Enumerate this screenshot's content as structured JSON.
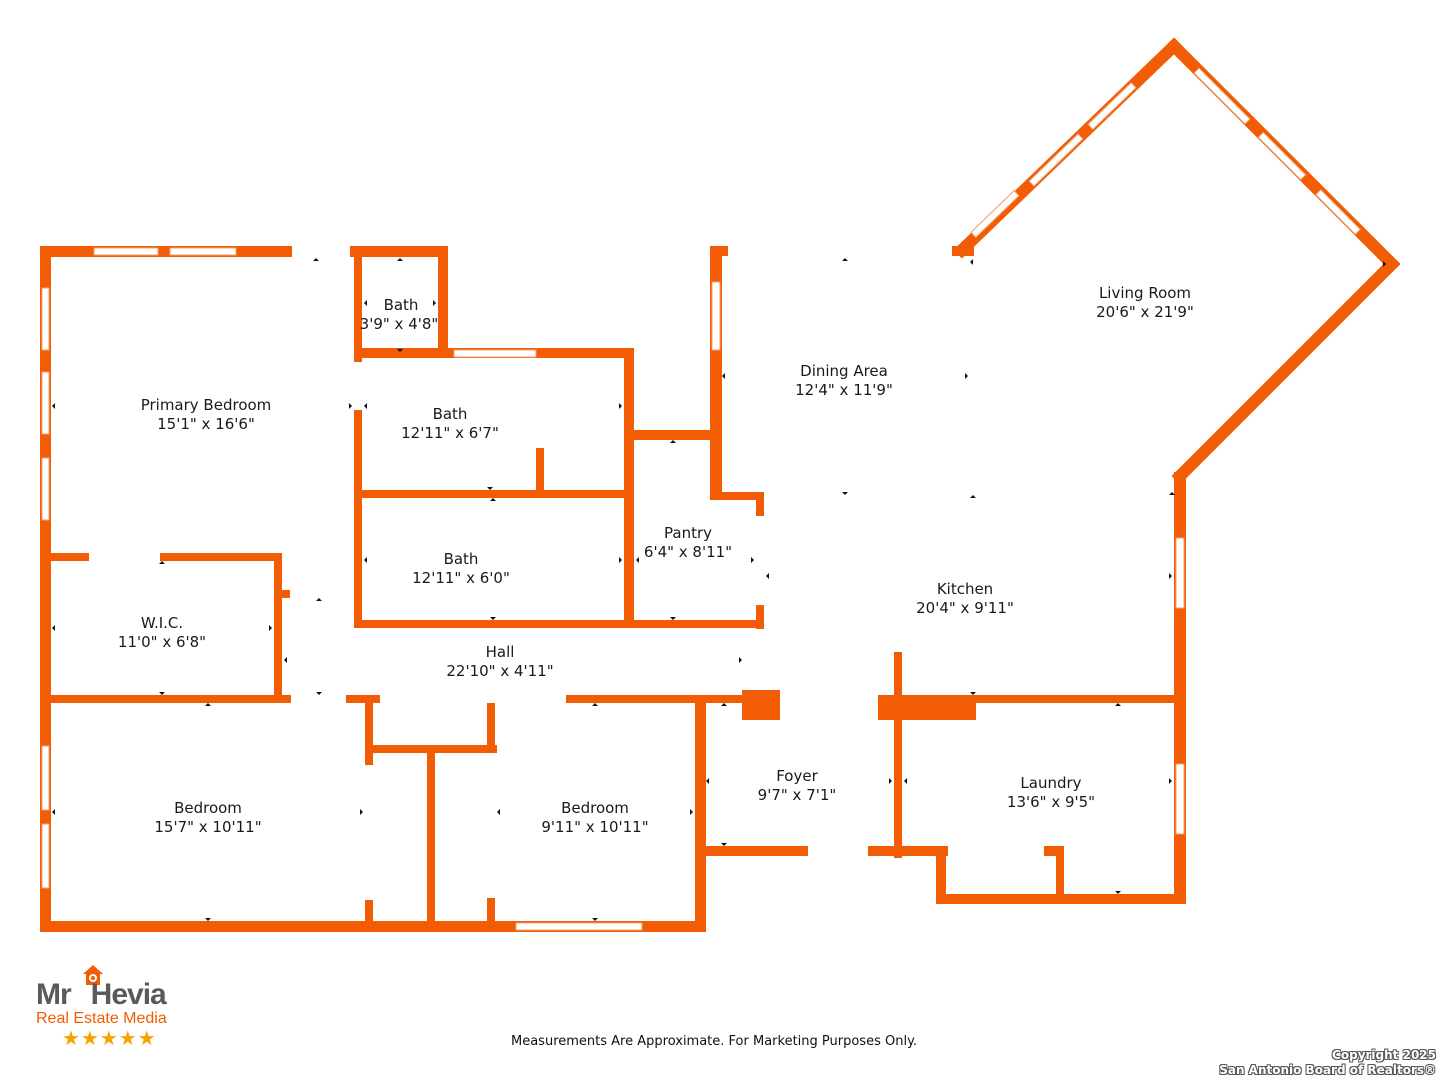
{
  "rooms": [
    {
      "key": "primary-bedroom",
      "name": "Primary Bedroom",
      "size": "15'1\" x 16'6\""
    },
    {
      "key": "bath-small",
      "name": "Bath",
      "size": "3'9\" x 4'8\""
    },
    {
      "key": "bath-upper",
      "name": "Bath",
      "size": "12'11\" x 6'7\""
    },
    {
      "key": "bath-lower",
      "name": "Bath",
      "size": "12'11\" x 6'0\""
    },
    {
      "key": "wic",
      "name": "W.I.C.",
      "size": "11'0\" x 6'8\""
    },
    {
      "key": "hall",
      "name": "Hall",
      "size": "22'10\" x 4'11\""
    },
    {
      "key": "pantry",
      "name": "Pantry",
      "size": "6'4\" x 8'11\""
    },
    {
      "key": "dining-area",
      "name": "Dining Area",
      "size": "12'4\" x 11'9\""
    },
    {
      "key": "living-room",
      "name": "Living Room",
      "size": "20'6\" x 21'9\""
    },
    {
      "key": "kitchen",
      "name": "Kitchen",
      "size": "20'4\" x 9'11\""
    },
    {
      "key": "bedroom-left",
      "name": "Bedroom",
      "size": "15'7\" x 10'11\""
    },
    {
      "key": "bedroom-middle",
      "name": "Bedroom",
      "size": "9'11\" x 10'11\""
    },
    {
      "key": "foyer",
      "name": "Foyer",
      "size": "9'7\" x 7'1\""
    },
    {
      "key": "laundry",
      "name": "Laundry",
      "size": "13'6\" x 9'5\""
    }
  ],
  "logo": {
    "name_left": "Mr",
    "name_right": "Hevia",
    "subtitle": "Real Estate Media",
    "stars": "★★★★★"
  },
  "disclaimer": "Measurements Are Approximate. For Marketing Purposes Only.",
  "copyright": {
    "line1": "Copyright 2025",
    "line2": "San Antonio Board of Realtors®"
  },
  "colors": {
    "wall": "#f25c05",
    "text": "#1a1a1a",
    "stars": "#f4a300"
  }
}
